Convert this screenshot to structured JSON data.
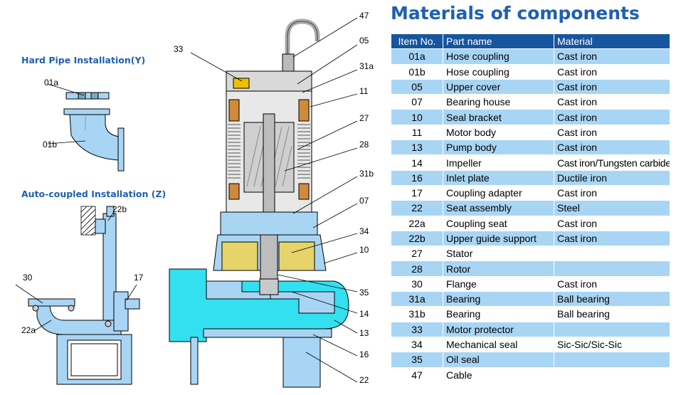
{
  "title": "Materials of components",
  "sections": {
    "hard_pipe": "Hard Pipe  Installation(Y)",
    "auto_coupled": "Auto-coupled Installation (Z)"
  },
  "table": {
    "headers": [
      "Item No.",
      "Part name",
      "Material"
    ],
    "rows": [
      [
        "01a",
        "Hose coupling",
        "Cast iron"
      ],
      [
        "01b",
        "Hose coupling",
        "Cast iron"
      ],
      [
        "05",
        "Upper cover",
        "Cast iron"
      ],
      [
        "07",
        "Bearing house",
        "Cast iron"
      ],
      [
        "10",
        "Seal bracket",
        "Cast iron"
      ],
      [
        "11",
        "Motor body",
        "Cast iron"
      ],
      [
        "13",
        "Pump body",
        "Cast iron"
      ],
      [
        "14",
        "Impeller",
        "Cast iron/Tungsten carbide"
      ],
      [
        "16",
        "Inlet plate",
        "Ductile iron"
      ],
      [
        "17",
        "Coupling adapter",
        "Cast iron"
      ],
      [
        "22",
        "Seat assembly",
        "Steel"
      ],
      [
        "22a",
        "Coupling seat",
        "Cast iron"
      ],
      [
        "22b",
        "Upper guide support",
        "Cast iron"
      ],
      [
        "27",
        "Stator",
        ""
      ],
      [
        "28",
        "Rotor",
        ""
      ],
      [
        "30",
        "Flange",
        "Cast iron"
      ],
      [
        "31a",
        "Bearing",
        "Ball bearing"
      ],
      [
        "31b",
        "Bearing",
        "Ball bearing"
      ],
      [
        "33",
        "Motor protector",
        ""
      ],
      [
        "34",
        "Mechanical seal",
        "Sic-Sic/Sic-Sic"
      ],
      [
        "35",
        "Oil seal",
        ""
      ],
      [
        "47",
        "Cable",
        ""
      ]
    ]
  },
  "callouts": {
    "left": [
      "01a",
      "01b",
      "22b",
      "30",
      "17",
      "22a"
    ],
    "pump_left": [
      "33"
    ],
    "pump_right": [
      "47",
      "05",
      "31a",
      "11",
      "27",
      "28",
      "31b",
      "07",
      "34",
      "10",
      "35",
      "14",
      "13",
      "16",
      "22"
    ]
  }
}
